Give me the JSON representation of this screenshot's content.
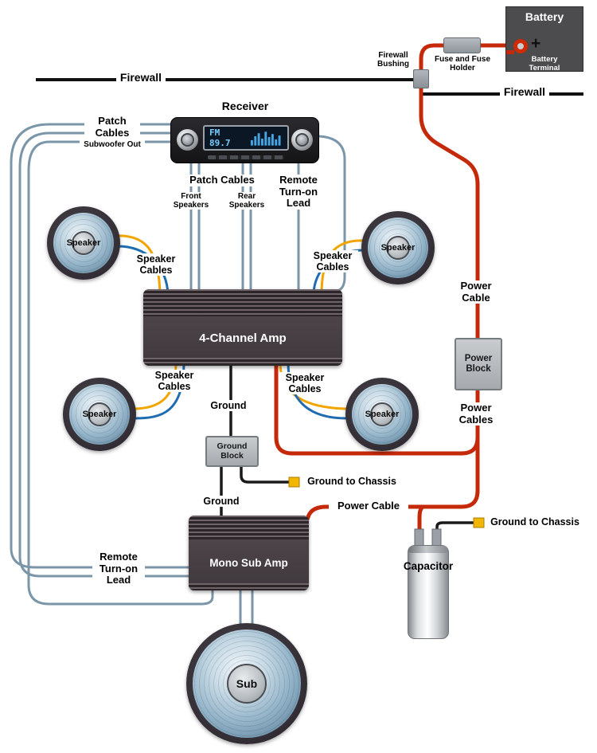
{
  "labels": {
    "firewall_left": "Firewall",
    "firewall_right": "Firewall",
    "firewall_bushing": "Firewall Bushing",
    "fuse_holder": "Fuse and Fuse Holder",
    "battery": "Battery",
    "battery_plus": "+",
    "battery_terminal": "Battery Terminal",
    "receiver": "Receiver",
    "receiver_display": "FM 89.7",
    "patch_cables_left": "Patch Cables",
    "subwoofer_out": "Subwoofer Out",
    "patch_cables_bottom": "Patch Cables",
    "front_speakers": "Front Speakers",
    "rear_speakers": "Rear Speakers",
    "remote_lead_top": "Remote Turn-on Lead",
    "remote_lead_bottom": "Remote Turn-on Lead",
    "speaker_fl": "Speaker",
    "speaker_fr": "Speaker",
    "speaker_bl": "Speaker",
    "speaker_br": "Speaker",
    "speaker_cables_fl": "Speaker Cables",
    "speaker_cables_fr": "Speaker Cables",
    "speaker_cables_bl": "Speaker Cables",
    "speaker_cables_br": "Speaker Cables",
    "amp_4channel": "4-Channel Amp",
    "mono_sub_amp": "Mono Sub Amp",
    "power_cable_right": "Power Cable",
    "power_block": "Power Block",
    "power_cables": "Power Cables",
    "power_cable_mid": "Power Cable",
    "ground_top": "Ground",
    "ground_block": "Ground Block",
    "ground_to_chassis_mid": "Ground to Chassis",
    "ground_bottom": "Ground",
    "ground_to_chassis_right": "Ground to Chassis",
    "capacitor": "Capacitor",
    "sub": "Sub"
  },
  "colors": {
    "power_cable_red": "#c4290a",
    "ground_wire_black": "#1a1a1a",
    "speaker_wire_yellow": "#f2a500",
    "speaker_wire_blue": "#1f6cb0",
    "patch_wire_steel": "#7b96a9",
    "chassis_lug_yellow": "#f2b705",
    "amp_body": "#484045",
    "battery_body": "#4c4c4e"
  },
  "icons": {
    "battery_terminal_ring": "ring-terminal",
    "chassis_lug": "ring-lug",
    "spectrum_bars": "equalizer-bars"
  }
}
